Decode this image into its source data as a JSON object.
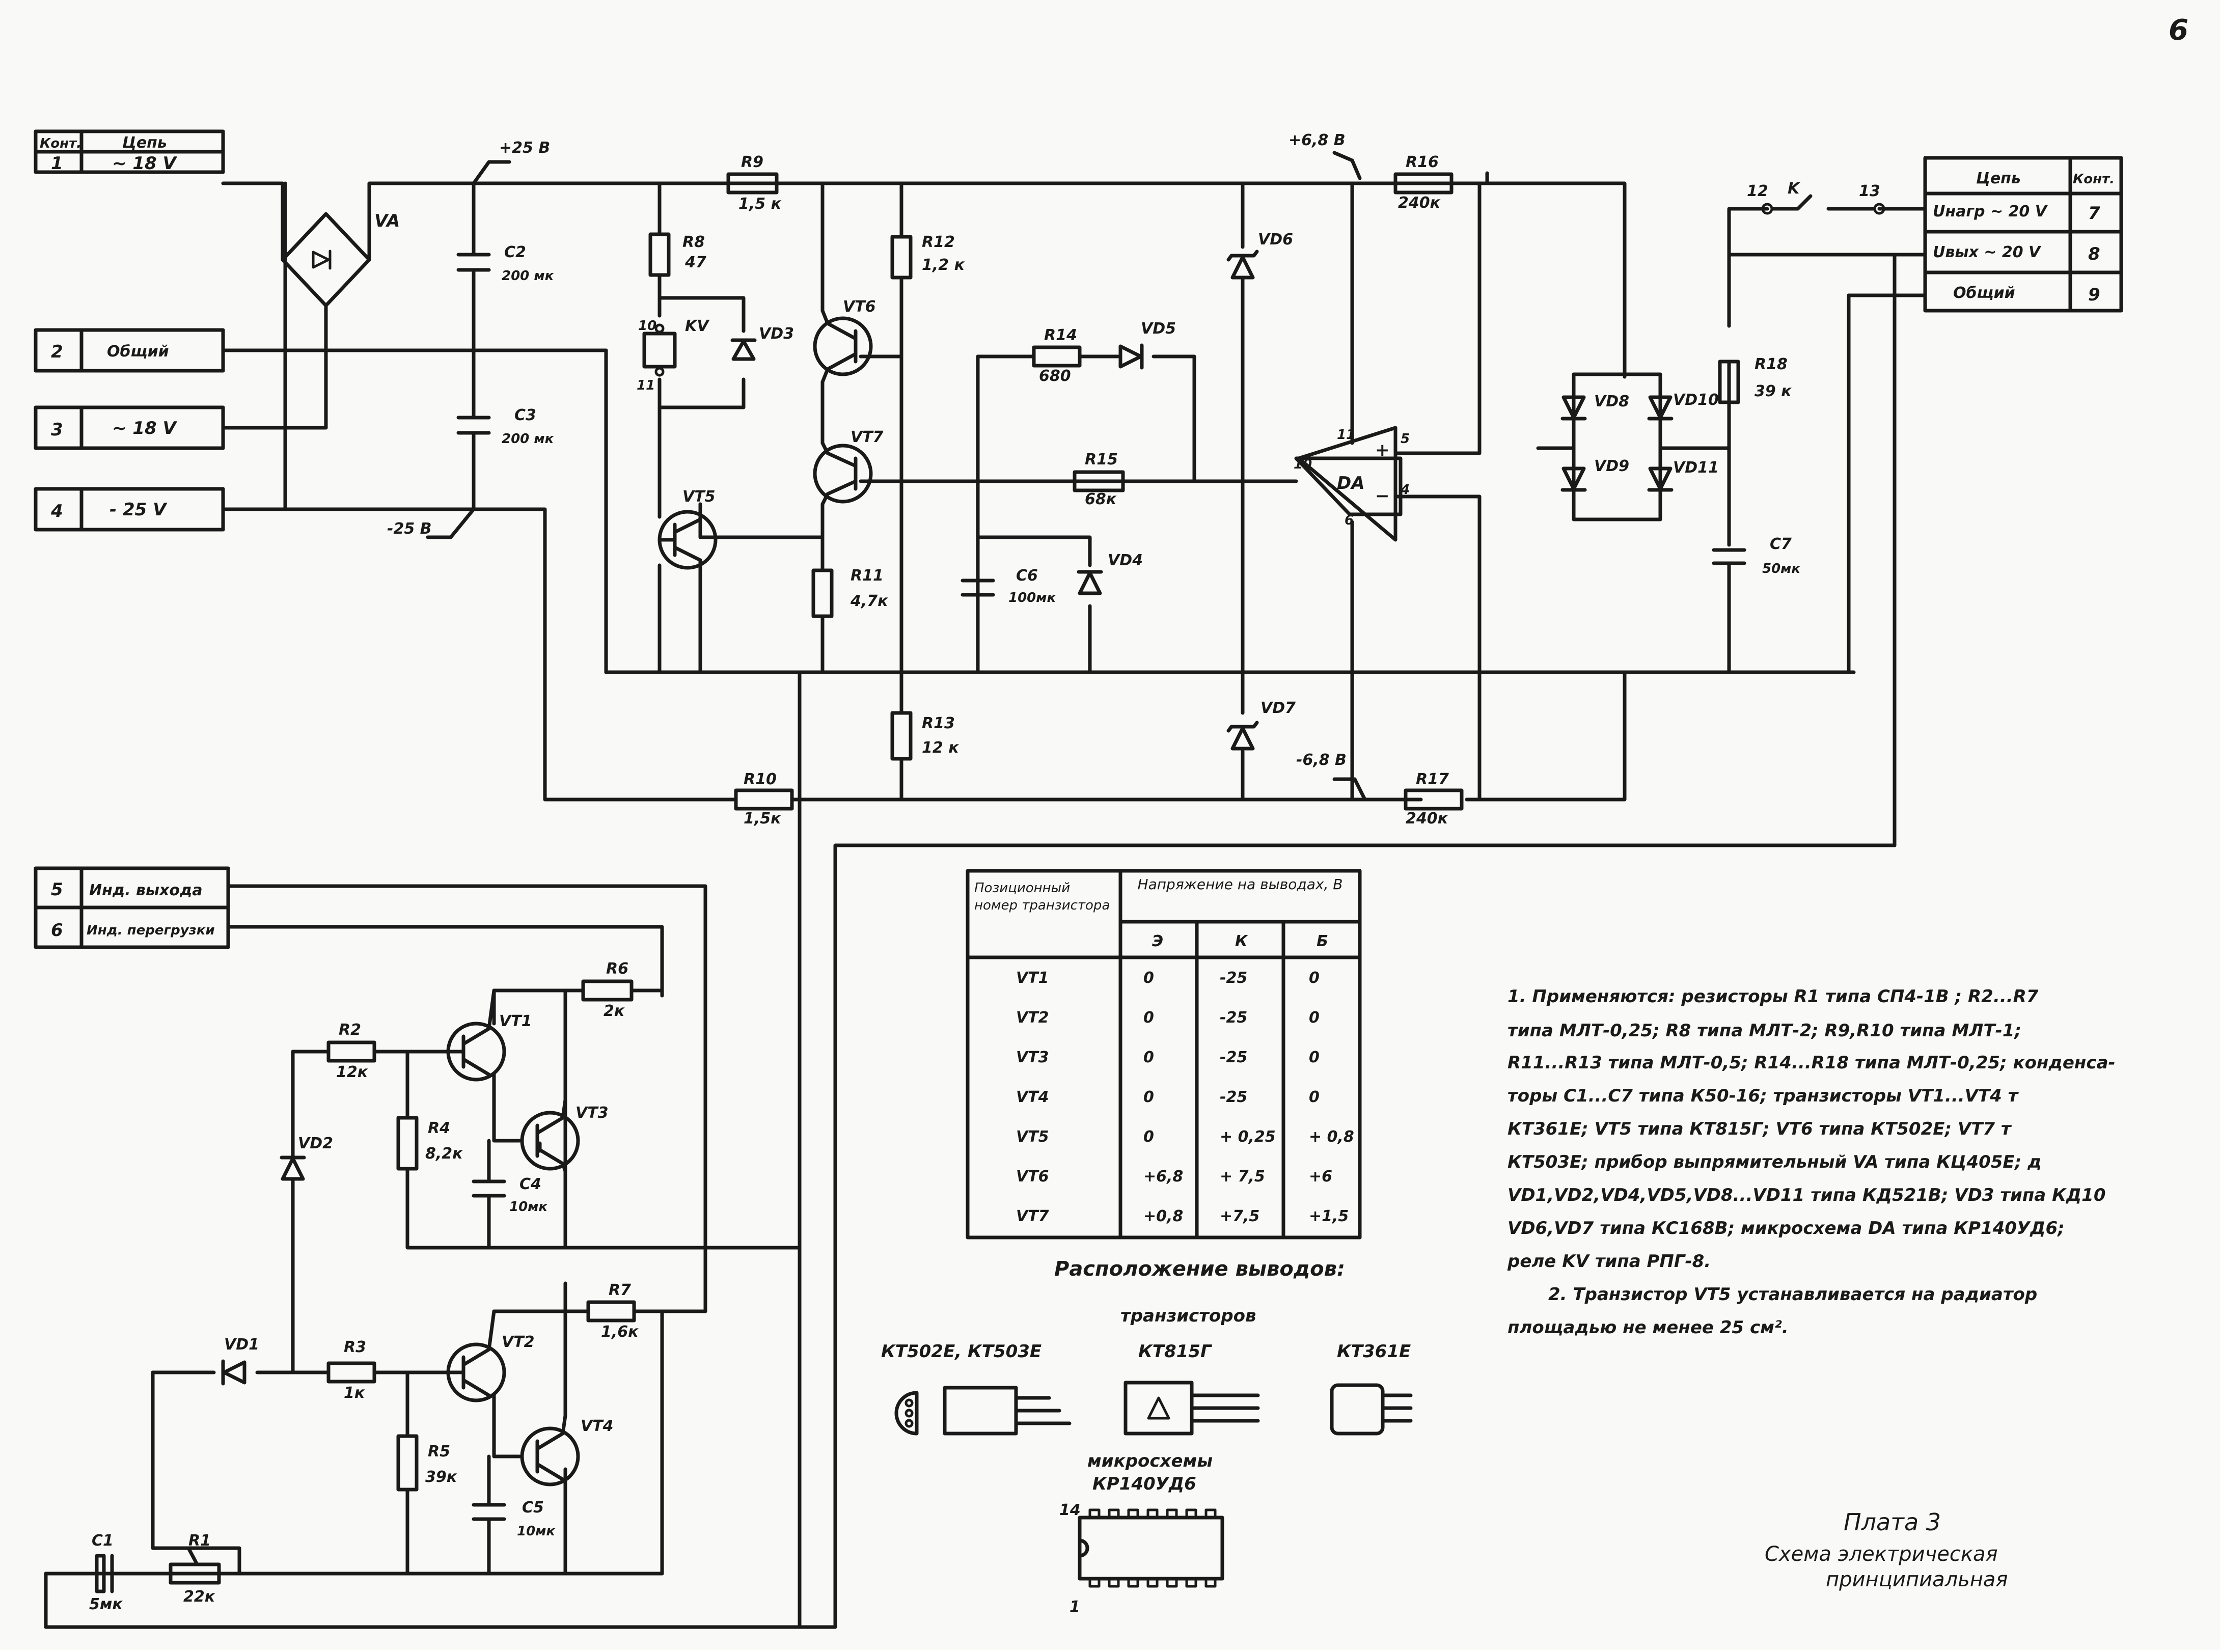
{
  "page_number": "6",
  "plate": {
    "title": "Плата 3",
    "subtitle_1": "Схема электрическая",
    "subtitle_2": "принципиальная"
  },
  "input_connector": {
    "headers": {
      "contact": "Конт.",
      "circuit": "Цепь"
    },
    "rows": [
      {
        "num": "1",
        "circuit": "~ 18 V"
      },
      {
        "num": "2",
        "circuit": "Общий"
      },
      {
        "num": "3",
        "circuit": "~ 18 V"
      },
      {
        "num": "4",
        "circuit": "- 25 V"
      }
    ]
  },
  "output_connector": {
    "headers": {
      "circuit": "Цепь",
      "contact": "Конт."
    },
    "rows": [
      {
        "circuit": "Uнагр ~ 20 V",
        "num": "7"
      },
      {
        "circuit": "Uвых ~ 20 V",
        "num": "8"
      },
      {
        "circuit": "Общий",
        "num": "9"
      }
    ]
  },
  "indicator_connector": {
    "rows": [
      {
        "num": "5",
        "circuit": "Инд. выхода"
      },
      {
        "num": "6",
        "circuit": "Инд. перегрузки"
      }
    ]
  },
  "rails": {
    "pos25": "+25 В",
    "neg25": "-25 В",
    "pos68": "+6,8 В",
    "neg68": "-6,8 В"
  },
  "components": {
    "VA": "VA",
    "C2": "C2",
    "C2v": "200 мк",
    "C3": "C3",
    "C3v": "200 мк",
    "R9": "R9",
    "R9v": "1,5 к",
    "R8": "R8",
    "R8v": "47",
    "KV": "KV",
    "k10": "10",
    "k11": "11",
    "VD3": "VD3",
    "VT5": "VT5",
    "VT6": "VT6",
    "VT7": "VT7",
    "R11": "R11",
    "R11v": "4,7к",
    "R12": "R12",
    "R12v": "1,2 к",
    "R13": "R13",
    "R13v": "12 к",
    "R10": "R10",
    "R10v": "1,5к",
    "R14": "R14",
    "R14v": "680",
    "VD5": "VD5",
    "R15": "R15",
    "R15v": "68к",
    "C6": "C6",
    "C6v": "100мк",
    "VD4": "VD4",
    "VD6": "VD6",
    "VD7": "VD7",
    "DA": "DA",
    "p11": "11",
    "p10": "10",
    "p5": "5",
    "p4": "4",
    "p6": "6",
    "R16": "R16",
    "R16v": "240к",
    "R17": "R17",
    "R17v": "240к",
    "VD8": "VD8",
    "VD9": "VD9",
    "VD10": "VD10",
    "VD11": "VD11",
    "R18": "R18",
    "R18v": "39 к",
    "C7": "C7",
    "C7v": "50мк",
    "sw12": "12",
    "swK": "K",
    "sw13": "13",
    "R6": "R6",
    "R6v": "2к",
    "R2": "R2",
    "R2v": "12к",
    "VT1": "VT1",
    "VT3": "VT3",
    "R4": "R4",
    "R4v": "8,2к",
    "C4": "C4",
    "C4v": "10мк",
    "VD2": "VD2",
    "R7": "R7",
    "R7v": "1,6к",
    "VD1": "VD1",
    "R3": "R3",
    "R3v": "1к",
    "VT2": "VT2",
    "VT4": "VT4",
    "R5": "R5",
    "R5v": "39к",
    "C5": "C5",
    "C5v": "10мк",
    "C1": "C1",
    "C1v": "5мк",
    "R1": "R1",
    "R1v": "22к"
  },
  "voltage_table": {
    "h_pos": "Позиционный номер транзистора",
    "h_volt": "Напряжение на выводах, В",
    "cols": [
      "Э",
      "К",
      "Б"
    ],
    "rows": [
      {
        "name": "VT1",
        "e": "0",
        "k": "-25",
        "b": "0"
      },
      {
        "name": "VT2",
        "e": "0",
        "k": "-25",
        "b": "0"
      },
      {
        "name": "VT3",
        "e": "0",
        "k": "-25",
        "b": "0"
      },
      {
        "name": "VT4",
        "e": "0",
        "k": "-25",
        "b": "0"
      },
      {
        "name": "VT5",
        "e": "0",
        "k": "+ 0,25",
        "b": "+ 0,8"
      },
      {
        "name": "VT6",
        "e": "+6,8",
        "k": "+ 7,5",
        "b": "+6"
      },
      {
        "name": "VT7",
        "e": "+0,8",
        "k": "+7,5",
        "b": "+1,5"
      }
    ]
  },
  "pinout": {
    "title": "Расположение выводов:",
    "sub": "транзисторов",
    "t1": "КТ502Е, КТ503Е",
    "t2": "КТ815Г",
    "t3": "КТ361Е",
    "mic_title": "микросхемы",
    "mic_name": "КР140УД6",
    "pin14": "14",
    "pin1": "1"
  },
  "notes": {
    "line1": "1. Применяются: резисторы R1 типа СП4-1В ; R2...R7",
    "line2": "типа МЛТ-0,25; R8 типа МЛТ-2; R9,R10 типа МЛТ-1;",
    "line3": "R11...R13 типа МЛТ-0,5; R14...R18 типа МЛТ-0,25; конденса-",
    "line4": "торы С1...С7 типа К50-16; транзисторы VT1...VT4 т",
    "line5": "КТ361Е; VT5 типа КТ815Г; VT6 типа КТ502Е; VT7 т",
    "line6": "КТ503Е; прибор выпрямительный VA типа КЦ405Е; д",
    "line7": "VD1,VD2,VD4,VD5,VD8...VD11 типа КД521В; VD3 типа КД10",
    "line8": "VD6,VD7 типа КС168В; микросхема DA типа КР140УД6;",
    "line9": "реле KV типа РПГ-8.",
    "line10": "2. Транзистор VT5 устанавливается на радиатор",
    "line11": "площадью не менее 25 см²."
  }
}
